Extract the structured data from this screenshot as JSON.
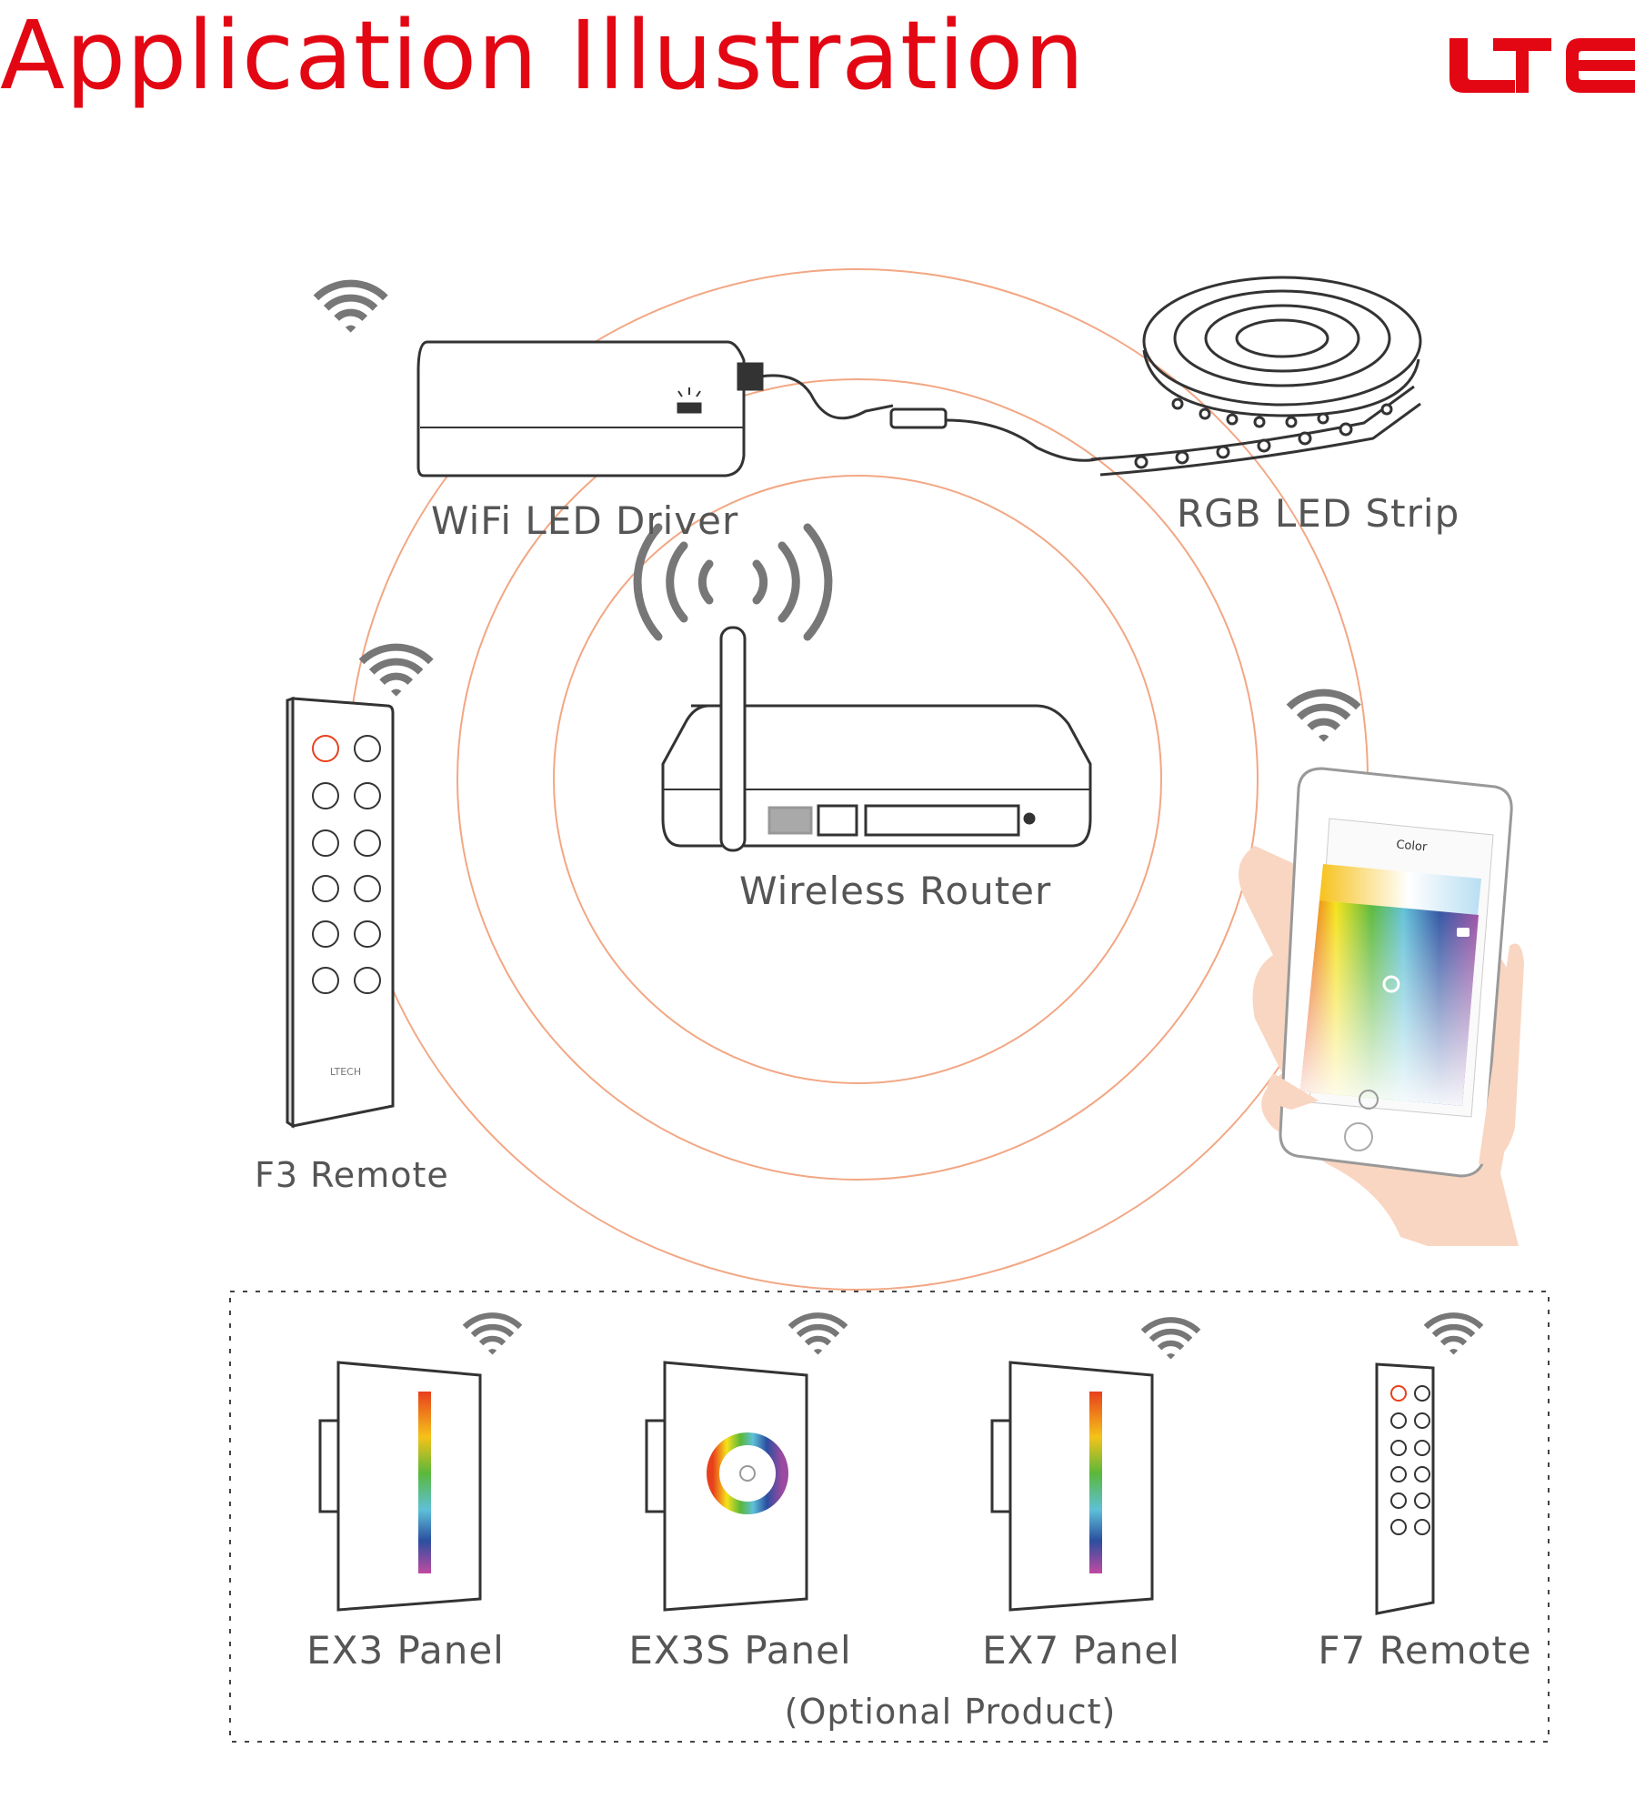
{
  "header": {
    "title": "Application Illustration",
    "logo_text": "LTECH"
  },
  "colors": {
    "brand_red": "#e30613",
    "ring_color": "#f0a07a",
    "line_color": "#444444"
  },
  "devices": {
    "driver": "WiFi LED Driver",
    "strip": "RGB LED Strip",
    "router": "Wireless Router",
    "remote": "F3 Remote",
    "phone_screen_title": "Color",
    "remote_brand": "LTECH"
  },
  "optional": {
    "caption": "(Optional Product)",
    "items": [
      {
        "label": "EX3 Panel"
      },
      {
        "label": "EX3S Panel"
      },
      {
        "label": "EX7 Panel"
      },
      {
        "label": "F7 Remote"
      }
    ]
  },
  "icons": [
    "wifi-signal-icon",
    "router-antenna-signal-icon",
    "power-icon",
    "color-wheel-icon",
    "camera-icon",
    "location-pin-icon"
  ]
}
